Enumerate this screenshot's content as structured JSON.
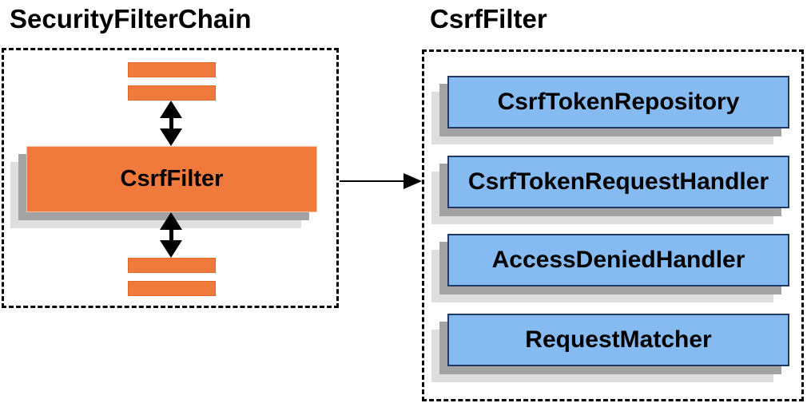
{
  "left_panel": {
    "title": "SecurityFilterChain",
    "filter_box_label": "CsrfFilter",
    "other_filter_bars_above": 2,
    "other_filter_bars_below": 2
  },
  "right_panel": {
    "title": "CsrfFilter",
    "components": [
      {
        "label": "CsrfTokenRepository"
      },
      {
        "label": "CsrfTokenRequestHandler"
      },
      {
        "label": "AccessDeniedHandler"
      },
      {
        "label": "RequestMatcher"
      }
    ]
  },
  "colors": {
    "orange_fill": "#F0793C",
    "orange_border": "#E0662D",
    "blue_fill": "#85BBF0",
    "blue_border": "#1F3864",
    "shadow_dark": "#A3A3A3",
    "shadow_light": "#DEDEDE",
    "line_black": "#000000"
  }
}
